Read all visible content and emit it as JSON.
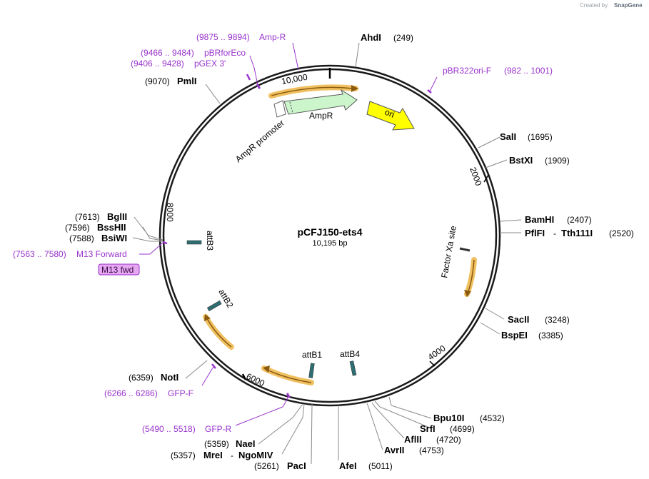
{
  "credit": {
    "text": "Created by",
    "brand": "SnapGene"
  },
  "plasmid": {
    "name": "pCFJ150-ets4",
    "size": "10,195 bp"
  },
  "ticks": [
    "10,000",
    "2000",
    "4000",
    "6000",
    "8000"
  ],
  "enzymes": [
    {
      "name": "AhdI",
      "pos": "(249)"
    },
    {
      "name": "SalI",
      "pos": "(1695)"
    },
    {
      "name": "BstXI",
      "pos": "(1909)"
    },
    {
      "name": "BamHI",
      "pos": "(2407)"
    },
    {
      "name": "PflFI",
      "sep": "-",
      "name2": "Tth111I",
      "pos": "(2520)"
    },
    {
      "name": "SacII",
      "pos": "(3248)"
    },
    {
      "name": "BspEI",
      "pos": "(3385)"
    },
    {
      "name": "Bpu10I",
      "pos": "(4532)"
    },
    {
      "name": "SrfI",
      "pos": "(4699)"
    },
    {
      "name": "AflII",
      "pos": "(4720)"
    },
    {
      "name": "AvrII",
      "pos": "(4753)"
    },
    {
      "name": "AfeI",
      "pos": "(5011)"
    },
    {
      "name": "PacI",
      "pos": "(5261)"
    },
    {
      "name": "NaeI",
      "pos": "(5359)"
    },
    {
      "name": "MreI",
      "sep": "-",
      "name2": "NgoMIV",
      "pos": "(5357)"
    },
    {
      "name": "NotI",
      "pos": "(6359)"
    },
    {
      "name": "BglII",
      "pos": "(7613)"
    },
    {
      "name": "BssHII",
      "pos": "(7596)"
    },
    {
      "name": "BsiWI",
      "pos": "(7588)"
    },
    {
      "name": "PmlI",
      "pos": "(9070)"
    }
  ],
  "primers": [
    {
      "name": "Amp-R",
      "range": "(9875 .. 9894)"
    },
    {
      "name": "pBRforEco",
      "range": "(9466 .. 9484)"
    },
    {
      "name": "pGEX 3'",
      "range": "(9406 .. 9428)"
    },
    {
      "name": "pBR322ori-F",
      "range": "(982 .. 1001)"
    },
    {
      "name": "M13 Forward",
      "range": "(7563 .. 7580)"
    },
    {
      "name": "GFP-F",
      "range": "(6266 .. 6286)"
    },
    {
      "name": "GFP-R",
      "range": "(5490 .. 5518)"
    }
  ],
  "highlighted_primer": "M13 fwd",
  "features": {
    "ampr": "AmpR",
    "ampr_promoter": "AmpR promoter",
    "ori": "ori",
    "factor_xa": "Factor Xa site",
    "attB1": "attB1",
    "attB2": "attB2",
    "attB3": "attB3",
    "attB4": "attB4"
  },
  "colors": {
    "backbone": "#1a1a1a",
    "primer": "#9933cc",
    "ampr_fill": "#ccf5cc",
    "ori_fill": "#ffff00",
    "orf_outline": "#f0c060",
    "orf_arrow": "#8a5a10",
    "att_fill": "#2e6f73",
    "m13_fill": "#e6a8f0"
  }
}
